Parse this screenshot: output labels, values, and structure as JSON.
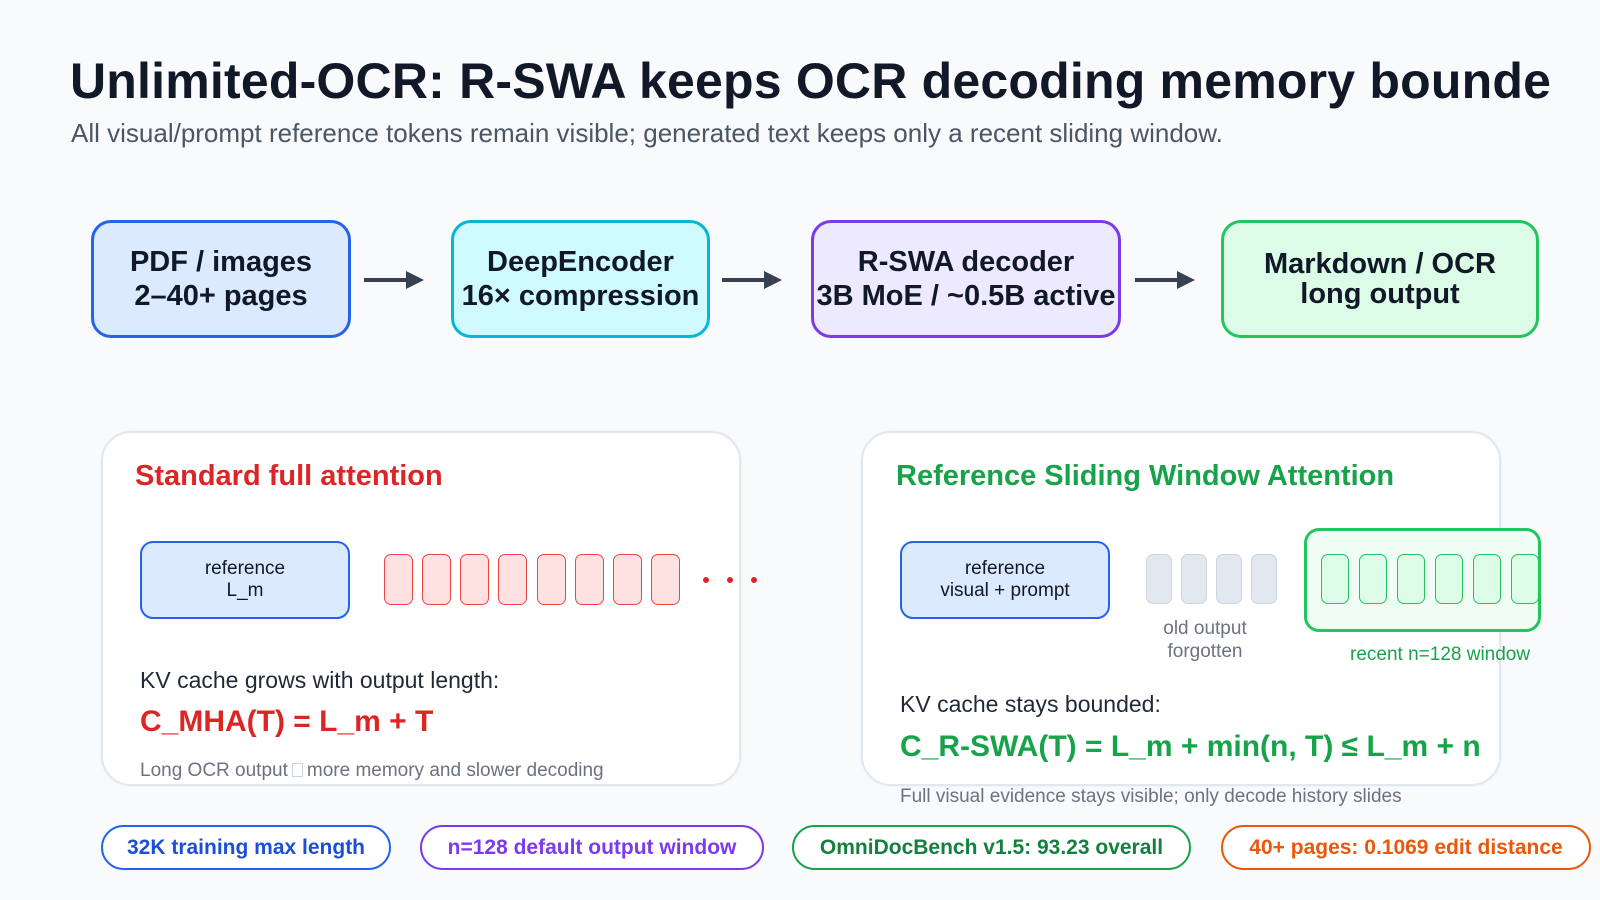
{
  "header": {
    "title": "Unlimited-OCR: R-SWA keeps OCR decoding memory bounde",
    "subtitle": "All visual/prompt reference tokens remain visible; generated text keeps only a recent sliding window."
  },
  "pipeline": [
    {
      "line1": "PDF / images",
      "line2": "2–40+ pages"
    },
    {
      "line1": "DeepEncoder",
      "line2": "16× compression"
    },
    {
      "line1": "R-SWA decoder",
      "line2": "3B MoE / ~0.5B active"
    },
    {
      "line1": "Markdown / OCR",
      "line2": "long output"
    }
  ],
  "standard": {
    "title": "Standard full attention",
    "ref_line1": "reference",
    "ref_line2": "L_m",
    "kv_text": "KV cache grows with output length:",
    "formula": "C_MHA(T) = L_m + T",
    "note_left": "Long OCR output",
    "note_right": "more memory and slower decoding"
  },
  "rswa": {
    "title": "Reference Sliding Window Attention",
    "ref_line1": "reference",
    "ref_line2": "visual + prompt",
    "old_label_line1": "old output",
    "old_label_line2": "forgotten",
    "window_label": "recent n=128 window",
    "kv_text": "KV cache stays bounded:",
    "formula": "C_R-SWA(T) = L_m + min(n, T) ≤ L_m + n",
    "note": "Full visual evidence stays visible; only decode history slides"
  },
  "stats": [
    "32K training max length",
    "n=128 default output window",
    "OmniDocBench v1.5: 93.23 overall",
    "40+ pages: 0.1069 edit distance"
  ],
  "colors": {
    "red": "#dc2626",
    "green": "#16a34a",
    "blue": "#2563eb",
    "purple": "#7c3aed",
    "cyan": "#06b6d4",
    "orange": "#ea580c"
  },
  "icons": [
    "arrow-right-icon",
    "ellipsis-icon"
  ]
}
